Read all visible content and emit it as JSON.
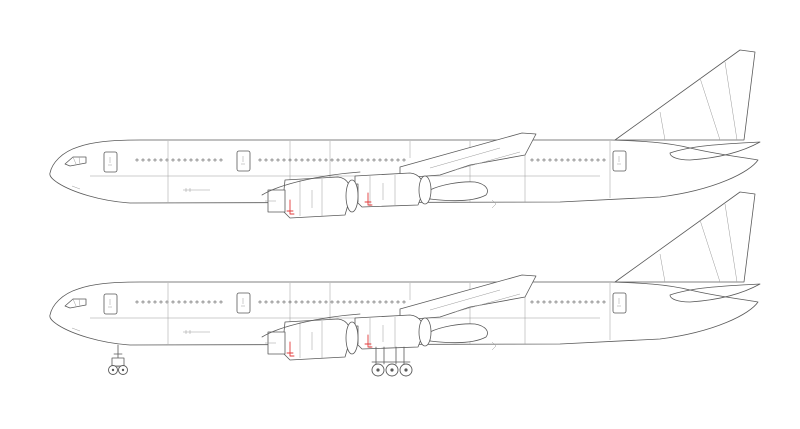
{
  "drawing": {
    "views": [
      {
        "id": "gear-up",
        "landing_gear": "retracted"
      },
      {
        "id": "gear-down",
        "landing_gear": "extended"
      }
    ],
    "colors": {
      "outline": "#5a5a5a",
      "panel_line": "#9a9a9a",
      "marking": "#e23b3b",
      "background": "#ffffff"
    }
  }
}
